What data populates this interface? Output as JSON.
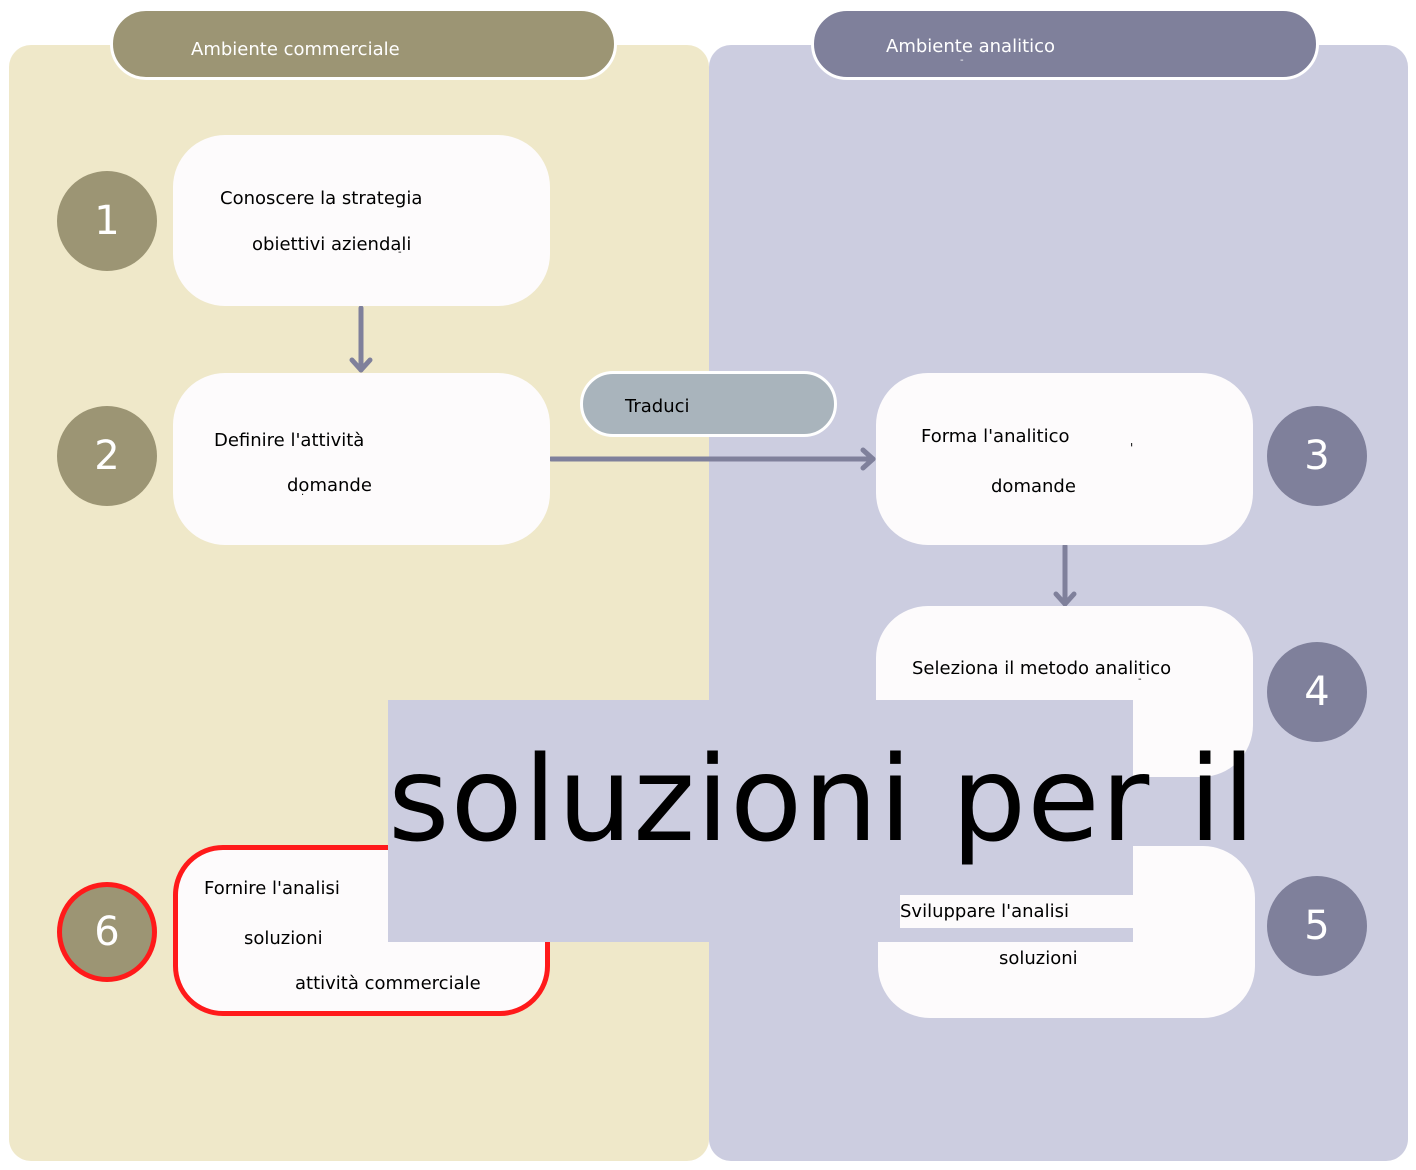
{
  "colors": {
    "commercial_panel": "#efe8c9",
    "analytic_panel": "#cccde0",
    "commercial_accent": "#9c9574",
    "analytic_accent": "#7f809b",
    "translate_pill": "#a9b4bc",
    "box_fill": "#fdfbfc",
    "arrow": "#7f809b",
    "highlight_border": "#ff1a1a"
  },
  "headers": {
    "commercial": "Ambiente commerciale",
    "analytic": "Ambiente analitico",
    "analytic_mark": "-"
  },
  "connector": {
    "translate_label": "Traduci"
  },
  "steps": [
    {
      "number": "1",
      "lines": [
        "Conoscere la strategia",
        "obiettivi aziendali"
      ],
      "mark": "-"
    },
    {
      "number": "2",
      "lines": [
        "Definire l'attività",
        "domande"
      ],
      "mark": "."
    },
    {
      "number": "3",
      "lines": [
        "Forma l'analitico",
        "domande"
      ],
      "mark": "'"
    },
    {
      "number": "4",
      "lines": [
        "Seleziona il metodo analitico"
      ],
      "mark": "-"
    },
    {
      "number": "5",
      "lines": [
        "Sviluppare l'analisi",
        "soluzioni"
      ]
    },
    {
      "number": "6",
      "lines": [
        "Fornire l'analisi",
        "soluzioni",
        "attività commerciale"
      ],
      "highlighted": true
    }
  ],
  "overlay": {
    "text": "soluzioni per il"
  }
}
